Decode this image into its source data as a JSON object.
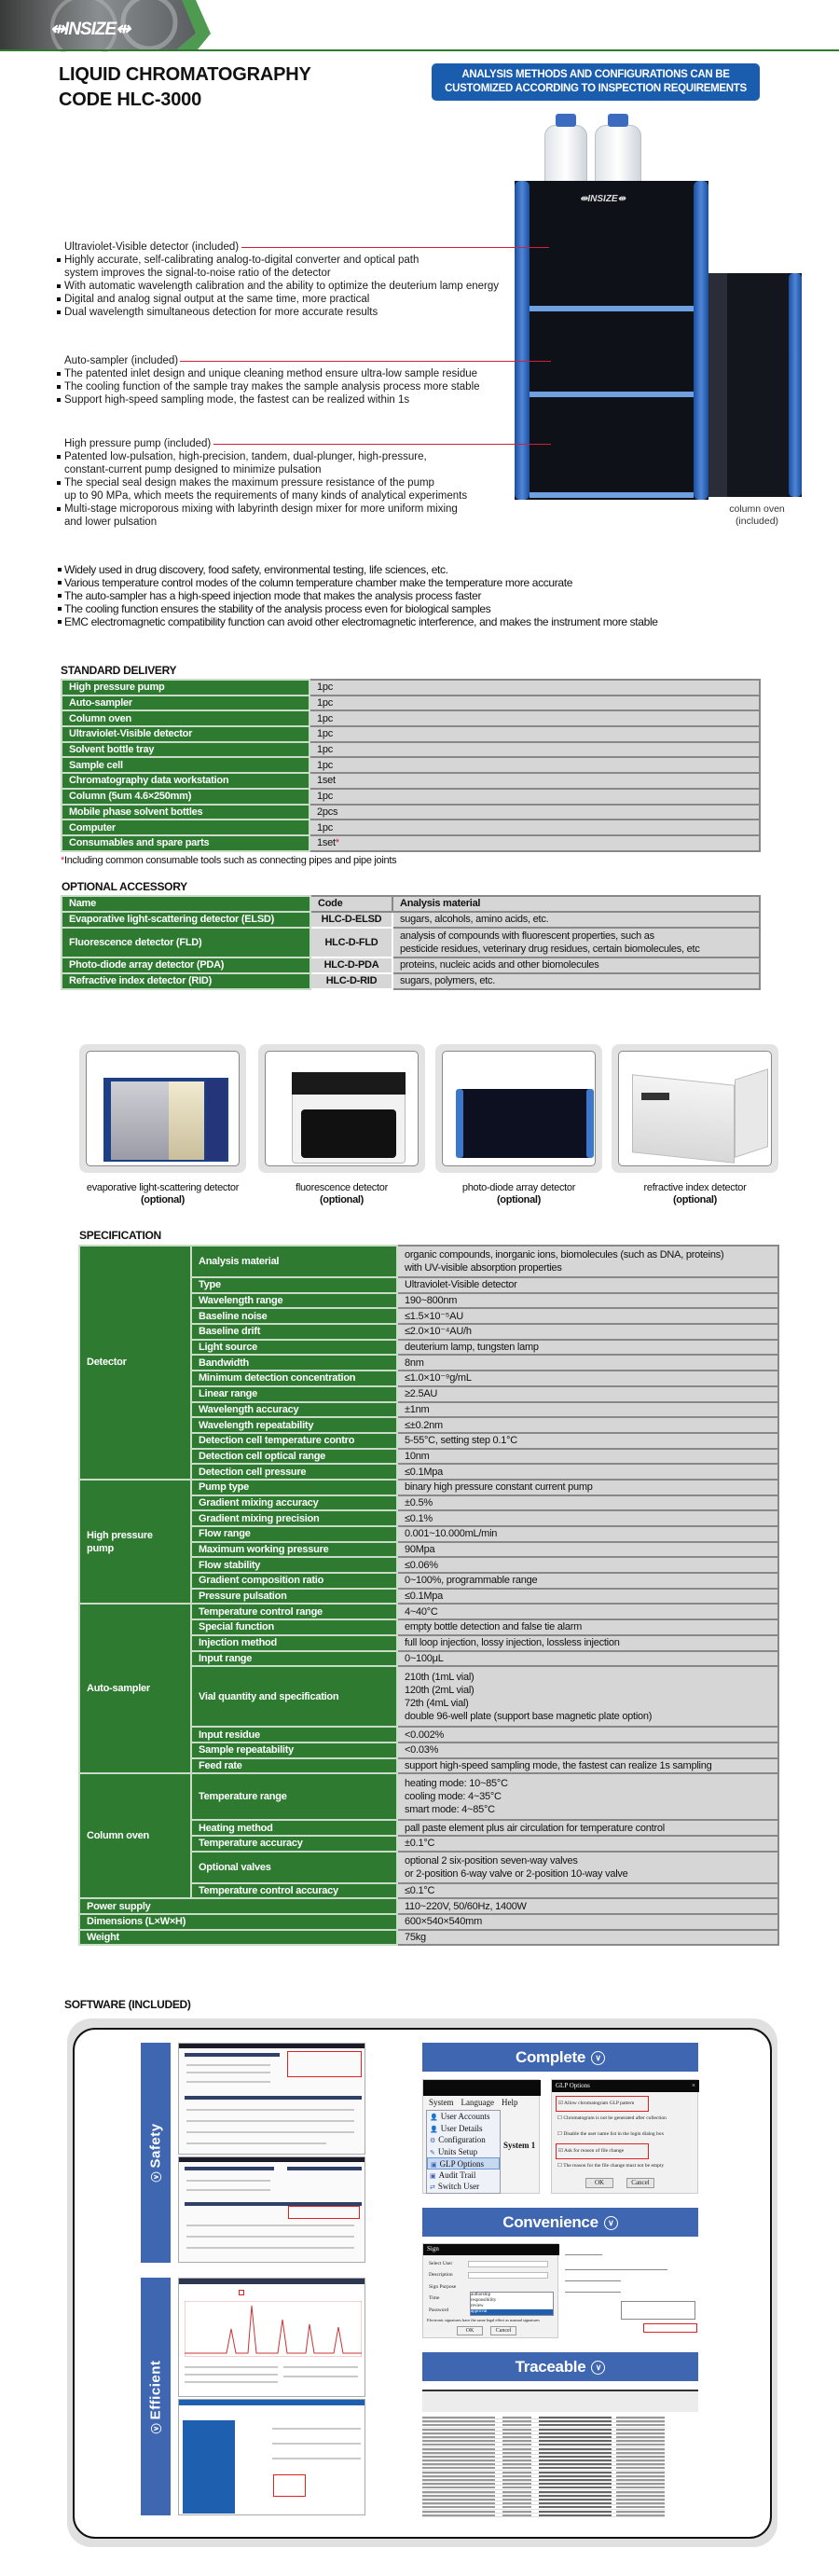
{
  "brand": {
    "logo_text": "INSIZE",
    "accent_green": "#2d7a30",
    "accent_blue": "#1a5cae",
    "banner_blue": "#3f67b1"
  },
  "title": {
    "line1": "LIQUID CHROMATOGRAPHY",
    "line2": "CODE HLC-3000"
  },
  "notice": {
    "line1": "ANALYSIS METHODS AND CONFIGURATIONS CAN BE",
    "line2": "CUSTOMIZED ACCORDING TO INSPECTION REQUIREMENTS"
  },
  "modules": [
    {
      "label": "Ultraviolet-Visible detector (included)",
      "bullets": [
        "Highly accurate, self-calibrating analog-to-digital converter and optical path\nsystem improves the signal-to-noise ratio of the detector",
        "With automatic wavelength calibration and the ability to optimize the deuterium lamp energy",
        "Digital and analog signal output at the same time, more practical",
        "Dual wavelength simultaneous detection for more accurate results"
      ]
    },
    {
      "label": "Auto-sampler (included)",
      "bullets": [
        "The patented inlet design and unique cleaning method ensure ultra-low sample residue",
        "The cooling function of the sample tray makes the sample analysis process more stable",
        "Support high-speed sampling mode, the fastest can be realized within 1s"
      ]
    },
    {
      "label": "High pressure pump (included)",
      "bullets": [
        "Patented low-pulsation, high-precision, tandem, dual-plunger, high-pressure,\nconstant-current pump designed to minimize pulsation",
        "The special seal design makes the maximum pressure resistance of the pump\nup to 90 MPa, which meets the requirements of many kinds of analytical experiments",
        "Multi-stage microporous mixing with labyrinth design mixer for more uniform mixing\nand lower pulsation"
      ]
    }
  ],
  "column_oven_caption": {
    "line1": "column oven",
    "line2": "(included)"
  },
  "general_bullets": [
    "Widely used in drug discovery, food safety, environmental testing, life sciences, etc.",
    "Various temperature control modes of the column temperature chamber make the temperature more accurate",
    "The auto-sampler has a high-speed injection mode that makes the analysis process faster",
    "The cooling function ensures the stability of the analysis process even for biological samples",
    "EMC electromagnetic compatibility function can avoid other electromagnetic interference, and makes the instrument more stable"
  ],
  "standard_delivery": {
    "heading": "STANDARD DELIVERY",
    "rows": [
      {
        "item": "High pressure pump",
        "qty": "1pc"
      },
      {
        "item": "Auto-sampler",
        "qty": "1pc"
      },
      {
        "item": "Column oven",
        "qty": "1pc"
      },
      {
        "item": "Ultraviolet-Visible detector",
        "qty": "1pc"
      },
      {
        "item": "Solvent bottle tray",
        "qty": "1pc"
      },
      {
        "item": "Sample cell",
        "qty": "1pc"
      },
      {
        "item": "Chromatography data workstation",
        "qty": "1set"
      },
      {
        "item": "Column (5um 4.6×250mm)",
        "qty": "1pc"
      },
      {
        "item": "Mobile phase solvent bottles",
        "qty": "2pcs"
      },
      {
        "item": "Computer",
        "qty": "1pc"
      },
      {
        "item": "Consumables and spare parts",
        "qty": "1set",
        "mark": "*"
      }
    ],
    "footnote_mark": "*",
    "footnote": "Including common consumable tools such as connecting pipes and pipe joints"
  },
  "optional_accessory": {
    "heading": "OPTIONAL ACCESSORY",
    "columns": [
      "Name",
      "Code",
      "Analysis material"
    ],
    "rows": [
      {
        "name": "Evaporative light-scattering detector (ELSD)",
        "code": "HLC-D-ELSD",
        "material": "sugars, alcohols, amino acids, etc."
      },
      {
        "name": "Fluorescence detector (FLD)",
        "code": "HLC-D-FLD",
        "material": "analysis of compounds with fluorescent properties, such as\npesticide residues, veterinary drug residues, certain biomolecules, etc"
      },
      {
        "name": "Photo-diode array detector (PDA)",
        "code": "HLC-D-PDA",
        "material": "proteins, nucleic acids and other biomolecules"
      },
      {
        "name": "Refractive index detector (RID)",
        "code": "HLC-D-RID",
        "material": "sugars, polymers, etc."
      }
    ]
  },
  "accessory_gallery": [
    {
      "caption": "evaporative light-scattering detector",
      "tag": "(optional)"
    },
    {
      "caption": "fluorescence detector",
      "tag": "(optional)"
    },
    {
      "caption": "photo-diode array detector",
      "tag": "(optional)"
    },
    {
      "caption": "refractive index detector",
      "tag": "(optional)"
    }
  ],
  "specification": {
    "heading": "SPECIFICATION",
    "groups": [
      {
        "name": "Detector",
        "rows": [
          {
            "label": "Analysis material",
            "value": "organic compounds, inorganic ions, biomolecules (such as DNA, proteins)\nwith UV-visible absorption properties"
          },
          {
            "label": "Type",
            "value": "Ultraviolet-Visible detector"
          },
          {
            "label": "Wavelength range",
            "value": "190~800nm"
          },
          {
            "label": "Baseline noise",
            "value": "≤1.5×10⁻⁵AU"
          },
          {
            "label": "Baseline drift",
            "value": "≤2.0×10⁻⁴AU/h"
          },
          {
            "label": "Light source",
            "value": "deuterium lamp, tungsten lamp"
          },
          {
            "label": "Bandwidth",
            "value": "8nm"
          },
          {
            "label": "Minimum detection concentration",
            "value": "≤1.0×10⁻⁹g/mL"
          },
          {
            "label": "Linear range",
            "value": "≥2.5AU"
          },
          {
            "label": "Wavelength accuracy",
            "value": "±1nm"
          },
          {
            "label": "Wavelength repeatability",
            "value": "≤±0.2nm"
          },
          {
            "label": "Detection cell temperature contro",
            "value": "5-55°C, setting step 0.1°C"
          },
          {
            "label": "Detection cell optical range",
            "value": "10nm"
          },
          {
            "label": "Detection cell pressure",
            "value": "≤0.1Mpa"
          }
        ]
      },
      {
        "name": "High pressure\npump",
        "rows": [
          {
            "label": "Pump type",
            "value": "binary high pressure constant current pump"
          },
          {
            "label": "Gradient mixing accuracy",
            "value": "±0.5%"
          },
          {
            "label": "Gradient mixing precision",
            "value": "≤0.1%"
          },
          {
            "label": "Flow range",
            "value": "0.001~10.000mL/min"
          },
          {
            "label": "Maximum working pressure",
            "value": "90Mpa"
          },
          {
            "label": "Flow stability",
            "value": "≤0.06%"
          },
          {
            "label": "Gradient composition ratio",
            "value": "0~100%, programmable range"
          },
          {
            "label": "Pressure pulsation",
            "value": "≤0.1Mpa"
          }
        ]
      },
      {
        "name": "Auto-sampler",
        "rows": [
          {
            "label": "Temperature control range",
            "value": "4~40°C"
          },
          {
            "label": "Special function",
            "value": "empty bottle detection and false tie alarm"
          },
          {
            "label": "Injection method",
            "value": "full loop injection, lossy injection, lossless injection"
          },
          {
            "label": "Input range",
            "value": "0~100μL"
          },
          {
            "label": "Vial quantity and specification",
            "value": "210th (1mL vial)\n120th (2mL vial)\n72th (4mL vial)\ndouble 96-well plate (support base magnetic plate option)"
          },
          {
            "label": "Input residue",
            "value": "<0.002%"
          },
          {
            "label": "Sample repeatability",
            "value": "<0.03%"
          },
          {
            "label": "Feed rate",
            "value": "support high-speed sampling mode, the fastest can realize 1s sampling"
          }
        ]
      },
      {
        "name": "Column oven",
        "rows": [
          {
            "label": "Temperature range",
            "value": "heating mode: 10~85°C\ncooling mode: 4~35°C\nsmart mode: 4~85°C"
          },
          {
            "label": "Heating method",
            "value": "pall paste element plus air circulation for temperature control"
          },
          {
            "label": "Temperature accuracy",
            "value": "±0.1°C"
          },
          {
            "label": "Optional valves",
            "value": "optional 2 six-position seven-way valves\nor 2-position 6-way valve or 2-position 10-way valve"
          },
          {
            "label": "Temperature control accuracy",
            "value": "≤0.1°C"
          }
        ]
      }
    ],
    "general": [
      {
        "label": "Power supply",
        "value": "110~220V, 50/60Hz, 1400W"
      },
      {
        "label": "Dimensions (L×W×H)",
        "value": "600×540×540mm"
      },
      {
        "label": "Weight",
        "value": "75kg"
      }
    ]
  },
  "software": {
    "heading": "SOFTWARE (INCLUDED)",
    "side_labels": [
      "Safety",
      "Efficient"
    ],
    "banners": [
      "Complete",
      "Convenience",
      "Traceable"
    ],
    "menu": {
      "bar": [
        "System",
        "Language",
        "Help"
      ],
      "items": [
        "User Accounts",
        "User Details",
        "Configuration",
        "Units Setup",
        "GLP Options",
        "Audit Trail",
        "Switch User"
      ],
      "background_text": "System 1"
    },
    "glp_dialog": {
      "title": "GLP Options",
      "options": [
        {
          "text": "Allow chromatogram GLP pattern",
          "checked": true
        },
        {
          "text": "Chromatogram is not be generated after collection",
          "checked": false
        },
        {
          "text": "Disable the user name list in the login dialog box",
          "checked": false
        },
        {
          "text": "Ask for reason of file change",
          "checked": true
        },
        {
          "text": "The reason for the file change must not be empty",
          "checked": false
        }
      ],
      "ok": "OK",
      "cancel": "Cancel"
    },
    "sign_dialog": {
      "title": "Sign",
      "fields": [
        "Select User",
        "Description",
        "Sign Purpose",
        "Time",
        "Password"
      ],
      "purposes": [
        "authorship",
        "responsibility",
        "review",
        "approval"
      ],
      "note": "Electronic signatures have the same legal effect as manual signatures",
      "ok": "OK",
      "cancel": "Cancel"
    }
  }
}
